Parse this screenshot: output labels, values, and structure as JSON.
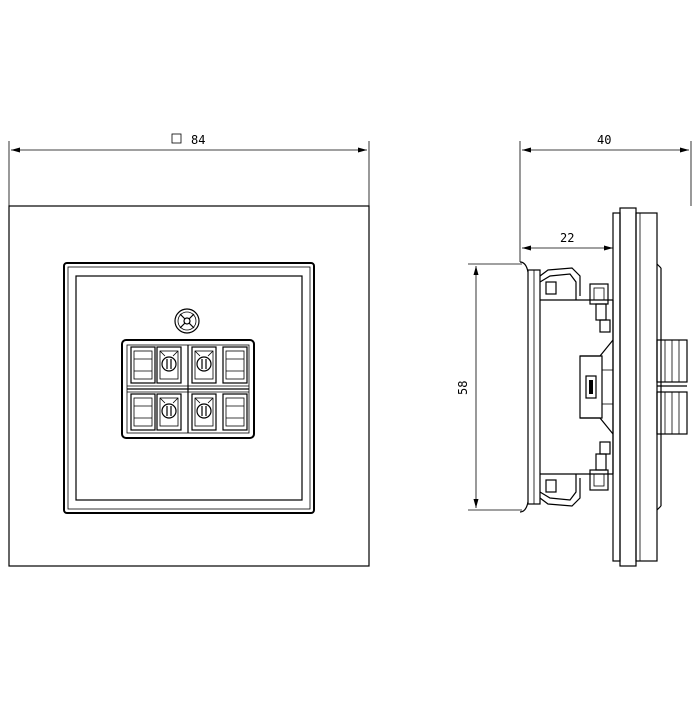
{
  "dimensions": {
    "front_width": "84",
    "side_depth_total": "40",
    "side_depth_inner": "22",
    "height": "58"
  },
  "symbols": {
    "square": "square-symbol"
  }
}
